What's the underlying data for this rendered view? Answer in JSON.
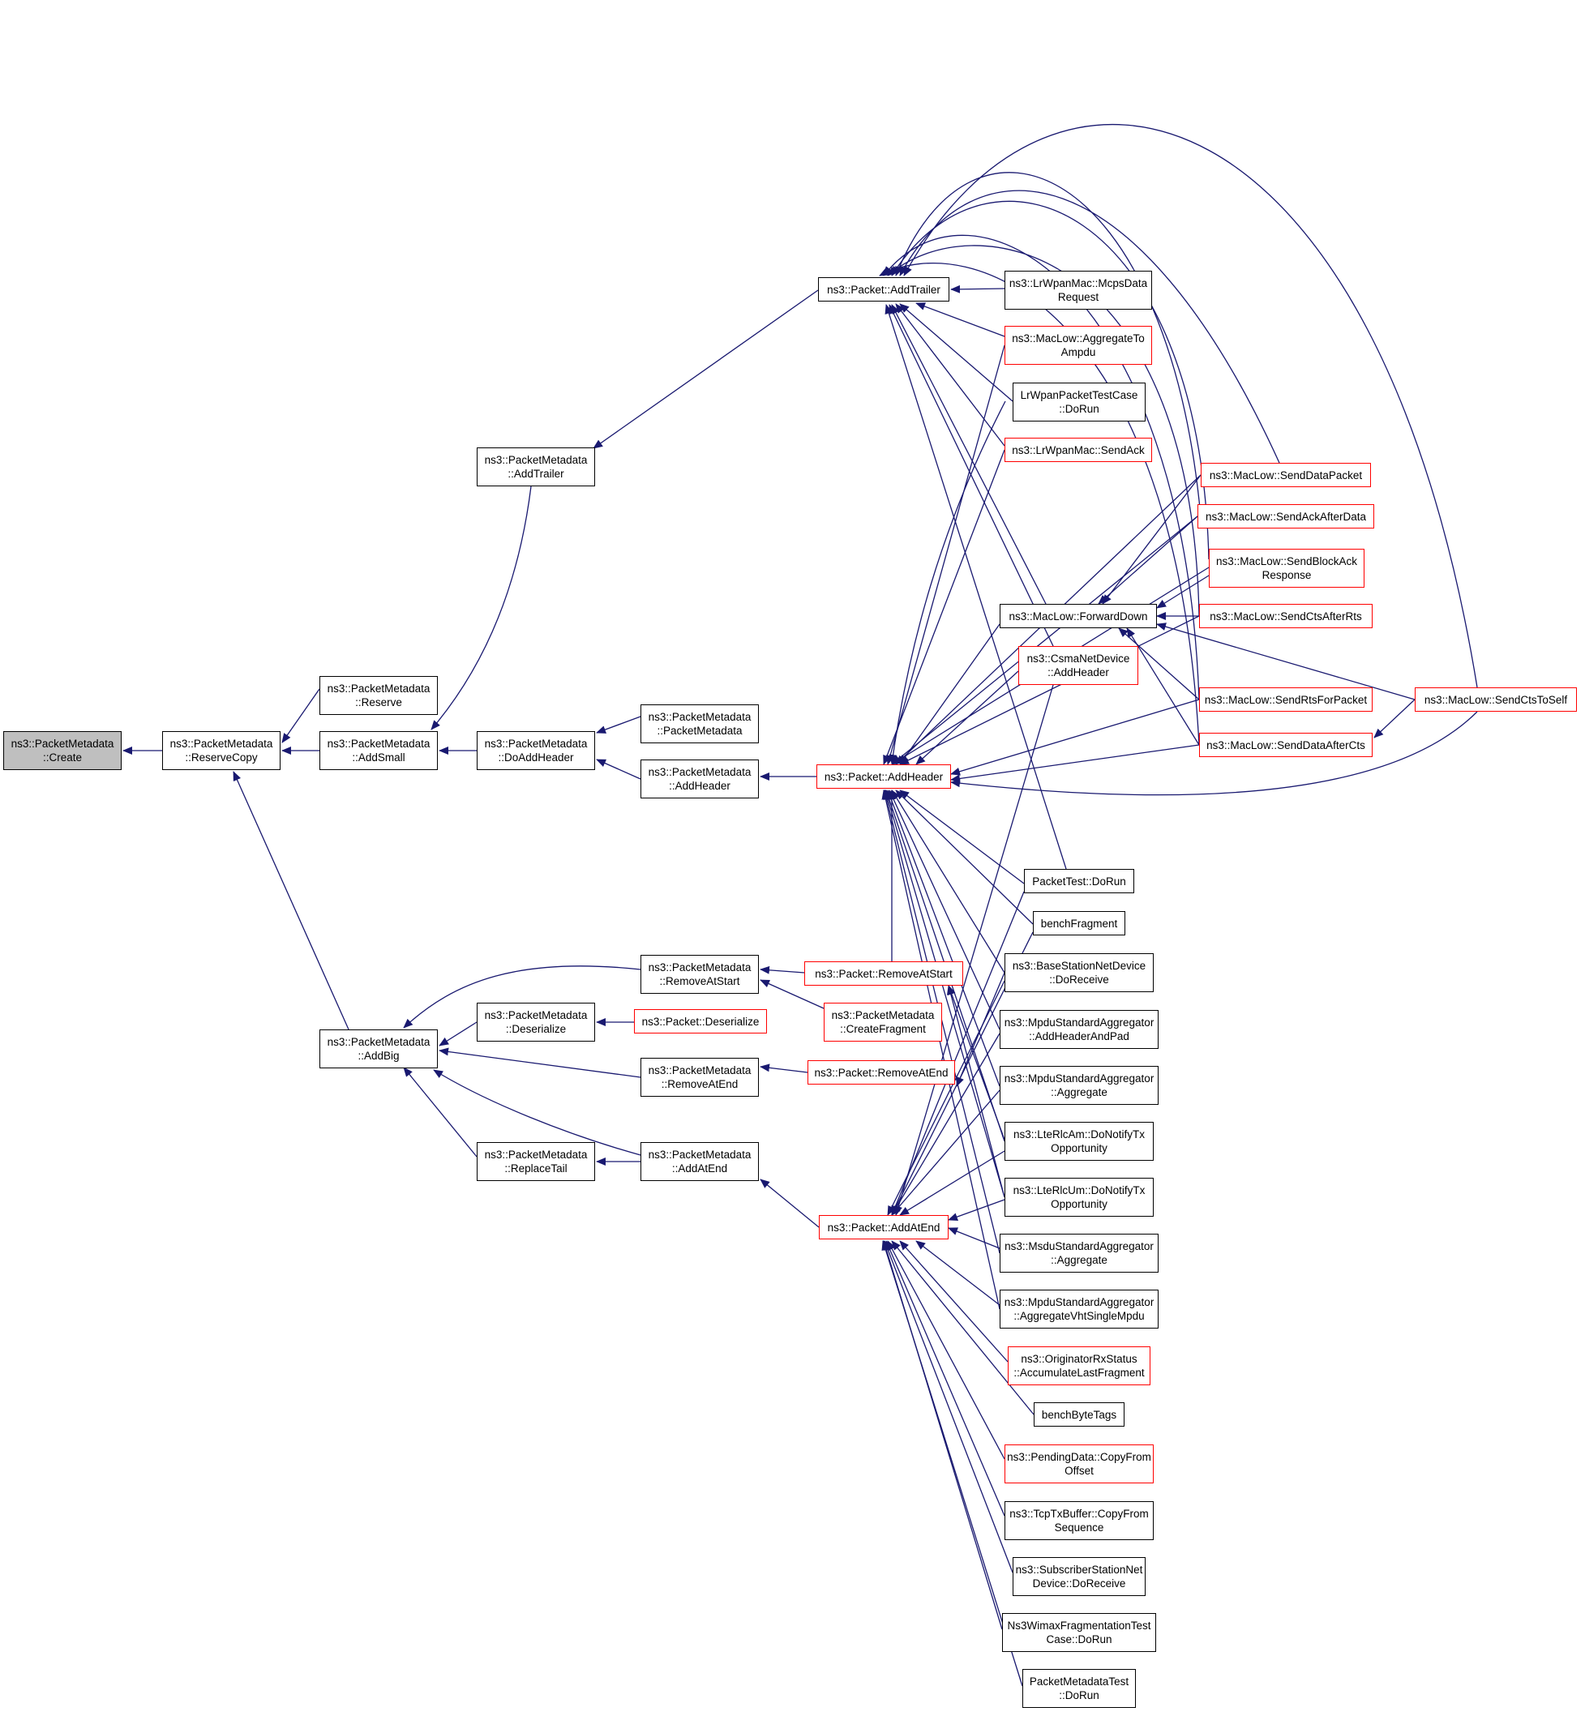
{
  "colors": {
    "edge": "#191970",
    "box_border": "#000000",
    "box_border_truncated": "#ff0000",
    "root_fill": "#bfbfbf"
  },
  "nodes": {
    "n1": {
      "l1": "ns3::PacketMetadata",
      "l2": "::Create",
      "style": "root"
    },
    "n2": {
      "l1": "ns3::PacketMetadata",
      "l2": "::ReserveCopy",
      "style": "normal"
    },
    "n3": {
      "l1": "ns3::PacketMetadata",
      "l2": "::Reserve",
      "style": "normal"
    },
    "n4": {
      "l1": "ns3::PacketMetadata",
      "l2": "::AddSmall",
      "style": "normal"
    },
    "n5": {
      "l1": "ns3::PacketMetadata",
      "l2": "::AddBig",
      "style": "normal"
    },
    "n6": {
      "l1": "ns3::PacketMetadata",
      "l2": "::AddTrailer",
      "style": "normal"
    },
    "n7": {
      "l1": "ns3::PacketMetadata",
      "l2": "::DoAddHeader",
      "style": "normal"
    },
    "n8": {
      "l1": "ns3::PacketMetadata",
      "l2": "::Deserialize",
      "style": "normal"
    },
    "n9": {
      "l1": "ns3::PacketMetadata",
      "l2": "::ReplaceTail",
      "style": "normal"
    },
    "n10": {
      "l1": "ns3::PacketMetadata",
      "l2": "::RemoveAtStart",
      "style": "normal"
    },
    "n11": {
      "l1": "ns3::PacketMetadata",
      "l2": "::RemoveAtEnd",
      "style": "normal"
    },
    "n12": {
      "l1": "ns3::PacketMetadata",
      "l2": "::AddAtEnd",
      "style": "normal"
    },
    "n13": {
      "l1": "ns3::PacketMetadata",
      "l2": "::PacketMetadata",
      "style": "normal"
    },
    "n14": {
      "l1": "ns3::PacketMetadata",
      "l2": "::AddHeader",
      "style": "normal"
    },
    "n15": {
      "l1": "ns3::Packet::AddTrailer",
      "l2": "",
      "style": "normal"
    },
    "n16": {
      "l1": "ns3::Packet::AddHeader",
      "l2": "",
      "style": "red"
    },
    "n17": {
      "l1": "ns3::Packet::RemoveAtStart",
      "l2": "",
      "style": "red"
    },
    "n18": {
      "l1": "ns3::Packet::Deserialize",
      "l2": "",
      "style": "red"
    },
    "n19": {
      "l1": "ns3::PacketMetadata",
      "l2": "::CreateFragment",
      "style": "red"
    },
    "n20": {
      "l1": "ns3::Packet::RemoveAtEnd",
      "l2": "",
      "style": "red"
    },
    "n21": {
      "l1": "ns3::Packet::AddAtEnd",
      "l2": "",
      "style": "red"
    },
    "n22": {
      "l1": "ns3::LrWpanMac::McpsData",
      "l2": "Request",
      "style": "normal"
    },
    "n23": {
      "l1": "ns3::MacLow::AggregateTo",
      "l2": "Ampdu",
      "style": "red"
    },
    "n24": {
      "l1": "LrWpanPacketTestCase",
      "l2": "::DoRun",
      "style": "normal"
    },
    "n25": {
      "l1": "ns3::LrWpanMac::SendAck",
      "l2": "",
      "style": "red"
    },
    "n26": {
      "l1": "ns3::MacLow::ForwardDown",
      "l2": "",
      "style": "normal"
    },
    "n27": {
      "l1": "ns3::CsmaNetDevice",
      "l2": "::AddHeader",
      "style": "red"
    },
    "n28": {
      "l1": "PacketTest::DoRun",
      "l2": "",
      "style": "normal"
    },
    "n29": {
      "l1": "benchFragment",
      "l2": "",
      "style": "normal"
    },
    "n30": {
      "l1": "ns3::BaseStationNetDevice",
      "l2": "::DoReceive",
      "style": "normal"
    },
    "n31": {
      "l1": "ns3::MpduStandardAggregator",
      "l2": "::AddHeaderAndPad",
      "style": "normal"
    },
    "n32": {
      "l1": "ns3::MpduStandardAggregator",
      "l2": "::Aggregate",
      "style": "normal"
    },
    "n33": {
      "l1": "ns3::LteRlcAm::DoNotifyTx",
      "l2": "Opportunity",
      "style": "normal"
    },
    "n34": {
      "l1": "ns3::LteRlcUm::DoNotifyTx",
      "l2": "Opportunity",
      "style": "normal"
    },
    "n35": {
      "l1": "ns3::MsduStandardAggregator",
      "l2": "::Aggregate",
      "style": "normal"
    },
    "n36": {
      "l1": "ns3::MpduStandardAggregator",
      "l2": "::AggregateVhtSingleMpdu",
      "style": "normal"
    },
    "n37": {
      "l1": "ns3::OriginatorRxStatus",
      "l2": "::AccumulateLastFragment",
      "style": "red"
    },
    "n38": {
      "l1": "benchByteTags",
      "l2": "",
      "style": "normal"
    },
    "n39": {
      "l1": "ns3::PendingData::CopyFrom",
      "l2": "Offset",
      "style": "red"
    },
    "n40": {
      "l1": "ns3::TcpTxBuffer::CopyFrom",
      "l2": "Sequence",
      "style": "normal"
    },
    "n41": {
      "l1": "ns3::SubscriberStationNet",
      "l2": "Device::DoReceive",
      "style": "normal"
    },
    "n42": {
      "l1": "Ns3WimaxFragmentationTest",
      "l2": "Case::DoRun",
      "style": "normal"
    },
    "n43": {
      "l1": "PacketMetadataTest",
      "l2": "::DoRun",
      "style": "normal"
    },
    "n44": {
      "l1": "ns3::MacLow::SendDataPacket",
      "l2": "",
      "style": "red"
    },
    "n45": {
      "l1": "ns3::MacLow::SendAckAfterData",
      "l2": "",
      "style": "red"
    },
    "n46": {
      "l1": "ns3::MacLow::SendBlockAck",
      "l2": "Response",
      "style": "red"
    },
    "n47": {
      "l1": "ns3::MacLow::SendCtsAfterRts",
      "l2": "",
      "style": "red"
    },
    "n48": {
      "l1": "ns3::MacLow::SendRtsForPacket",
      "l2": "",
      "style": "red"
    },
    "n49": {
      "l1": "ns3::MacLow::SendDataAfterCts",
      "l2": "",
      "style": "red"
    },
    "n50": {
      "l1": "ns3::MacLow::SendCtsToSelf",
      "l2": "",
      "style": "red"
    }
  }
}
